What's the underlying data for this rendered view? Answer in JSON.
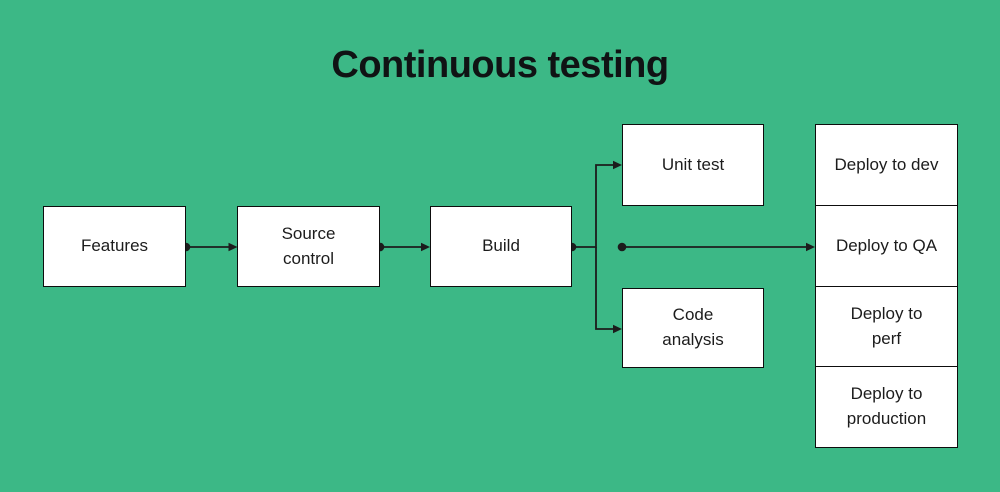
{
  "title": "Continuous testing",
  "colors": {
    "background": "#3CB886",
    "node_fill": "#ffffff",
    "node_border": "#0d0d0d",
    "connector": "#1c1c1c",
    "text": "#1c1c1c",
    "title_text": "#101314"
  },
  "nodes": [
    {
      "id": "features",
      "label": "Features"
    },
    {
      "id": "source-control",
      "label": "Source control"
    },
    {
      "id": "build",
      "label": "Build"
    },
    {
      "id": "unit-test",
      "label": "Unit test"
    },
    {
      "id": "code-analysis",
      "label": "Code analysis"
    },
    {
      "id": "deploy-dev",
      "label": "Deploy to dev"
    },
    {
      "id": "deploy-qa",
      "label": "Deploy to QA"
    },
    {
      "id": "deploy-perf",
      "label": "Deploy to perf"
    },
    {
      "id": "deploy-production",
      "label": "Deploy to production"
    }
  ],
  "edges": [
    {
      "from": "features",
      "to": "source-control"
    },
    {
      "from": "source-control",
      "to": "build"
    },
    {
      "from": "build",
      "to": "unit-test"
    },
    {
      "from": "build",
      "to": "code-analysis"
    },
    {
      "from": "build",
      "to": "deploy-qa"
    }
  ]
}
